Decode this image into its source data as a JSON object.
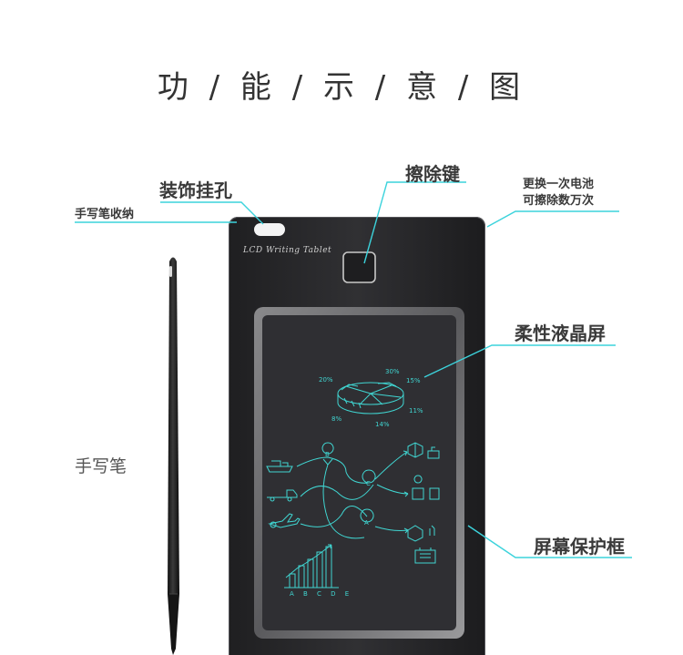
{
  "title": "功 / 能 / 示 / 意 / 图",
  "labels": {
    "hang_hole": "装饰挂孔",
    "pen_slot": "手写笔收纳",
    "erase_key": "擦除键",
    "battery_line1": "更换一次电池",
    "battery_line2": "可擦除数万次",
    "lcd_screen": "柔性液晶屏",
    "screen_frame": "屏幕保护框",
    "stylus": "手写笔"
  },
  "tablet": {
    "brand": "LCD Writing Tablet"
  },
  "sketch": {
    "pie_labels": [
      "20%",
      "30%",
      "15%",
      "11%",
      "8%",
      "14%"
    ],
    "bar_axis": "A B C D E"
  },
  "colors": {
    "accent_line": "#3cd3dc",
    "tablet_body": "#2a2a2c",
    "screen": "#2e2e31",
    "ink": "#40d6d2"
  }
}
